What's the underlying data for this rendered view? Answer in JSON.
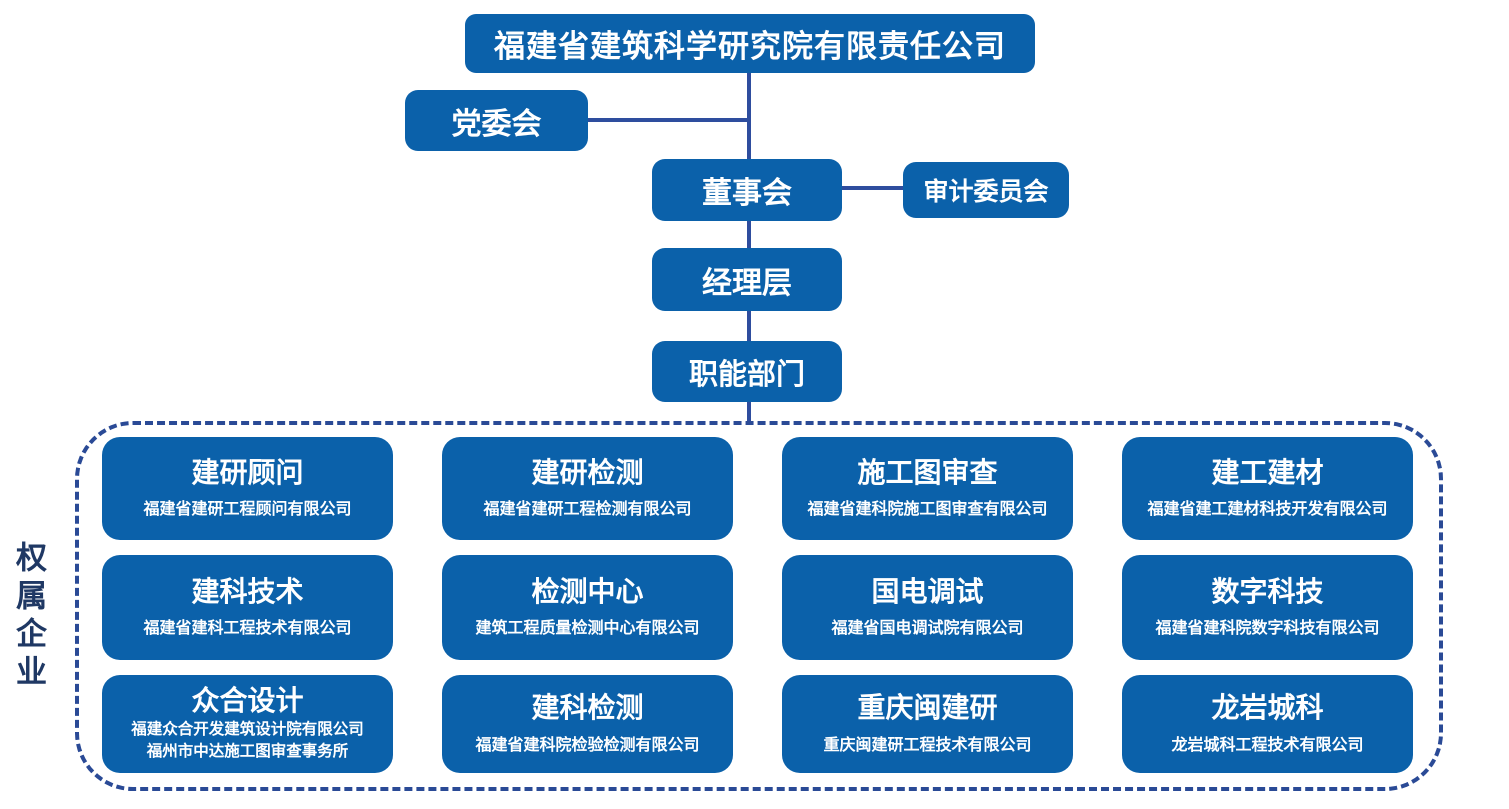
{
  "org": {
    "root": "福建省建筑科学研究院有限责任公司",
    "party_committee": "党委会",
    "board": "董事会",
    "audit_committee": "审计委员会",
    "management": "经理层",
    "functional_departments": "职能部门"
  },
  "subsidiaries": {
    "side_label": "权属企业",
    "companies": [
      {
        "short": "建研顾问",
        "name": "福建省建研工程顾问有限公司"
      },
      {
        "short": "建研检测",
        "name": "福建省建研工程检测有限公司"
      },
      {
        "short": "施工图审查",
        "name": "福建省建科院施工图审查有限公司"
      },
      {
        "short": "建工建材",
        "name": "福建省建工建材科技开发有限公司"
      },
      {
        "short": "建科技术",
        "name": "福建省建科工程技术有限公司"
      },
      {
        "short": "检测中心",
        "name": "建筑工程质量检测中心有限公司"
      },
      {
        "short": "国电调试",
        "name": "福建省国电调试院有限公司"
      },
      {
        "short": "数字科技",
        "name": "福建省建科院数字科技有限公司"
      },
      {
        "short": "众合设计",
        "name": "福建众合开发建筑设计院有限公司",
        "name2": "福州市中达施工图审查事务所"
      },
      {
        "short": "建科检测",
        "name": "福建省建科院检验检测有限公司"
      },
      {
        "short": "重庆闽建研",
        "name": "重庆闽建研工程技术有限公司"
      },
      {
        "short": "龙岩城科",
        "name": "龙岩城科工程技术有限公司"
      }
    ]
  },
  "colors": {
    "box_blue": "#0b61aa",
    "connector_navy": "#2e4d9e",
    "dashed_border_navy": "#2a4a96",
    "side_label_navy": "#1f3864",
    "text_white": "#ffffff",
    "background": "#ffffff"
  }
}
